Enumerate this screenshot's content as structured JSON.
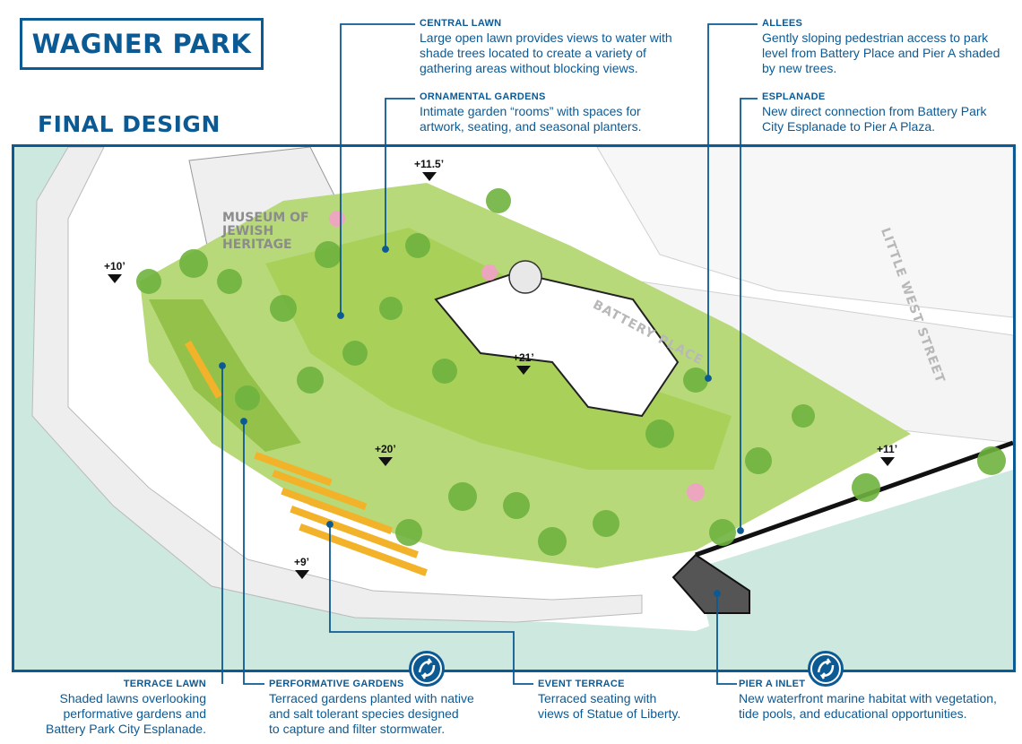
{
  "header": {
    "title": "WAGNER PARK",
    "subtitle": "FINAL DESIGN"
  },
  "annotations": {
    "central_lawn": {
      "title": "CENTRAL LAWN",
      "lines": [
        "Large open lawn provides views to water with",
        "shade trees located to create a variety of",
        "gathering areas without blocking views."
      ]
    },
    "ornamental_gardens": {
      "title": "ORNAMENTAL GARDENS",
      "lines": [
        "Intimate garden “rooms” with spaces for",
        "artwork, seating, and seasonal planters."
      ]
    },
    "allees": {
      "title": "ALLEES",
      "lines": [
        "Gently sloping pedestrian access to park",
        "level from Battery Place and Pier A shaded",
        "by new trees."
      ]
    },
    "esplanade": {
      "title": "ESPLANADE",
      "lines": [
        "New direct connection from Battery Park",
        "City Esplanade to Pier A Plaza."
      ]
    },
    "terrace_lawn": {
      "title": "TERRACE LAWN",
      "lines": [
        "Shaded lawns overlooking",
        "performative gardens and",
        "Battery Park City Esplanade."
      ]
    },
    "performative_gardens": {
      "title": "PERFORMATIVE GARDENS",
      "lines": [
        "Terraced gardens planted with native",
        "and salt tolerant species designed",
        "to capture and filter stormwater."
      ]
    },
    "event_terrace": {
      "title": "EVENT TERRACE",
      "lines": [
        "Terraced seating with",
        "views of Statue of Liberty."
      ]
    },
    "pier_a_inlet": {
      "title": "PIER A INLET",
      "lines": [
        "New waterfront marine habitat with vegetation,",
        "tide pools, and educational opportunities."
      ]
    }
  },
  "map_labels": {
    "museum": [
      "MUSEUM OF",
      "JEWISH",
      "HERITAGE"
    ],
    "battery_place": "BATTERY PLACE",
    "little_west_street": "LITTLE WEST STREET"
  },
  "elevations": {
    "e1": "+11.5’",
    "e2": "+10’",
    "e3": "+21’",
    "e4": "+20’",
    "e5": "+9’",
    "e6": "+11’"
  },
  "colors": {
    "brand": "#0c5a94",
    "lawn": "#a9d15a",
    "water": "#cce8df",
    "seating": "#f2b32a"
  },
  "icons": {
    "badge": "recycle-leaf-icon"
  }
}
